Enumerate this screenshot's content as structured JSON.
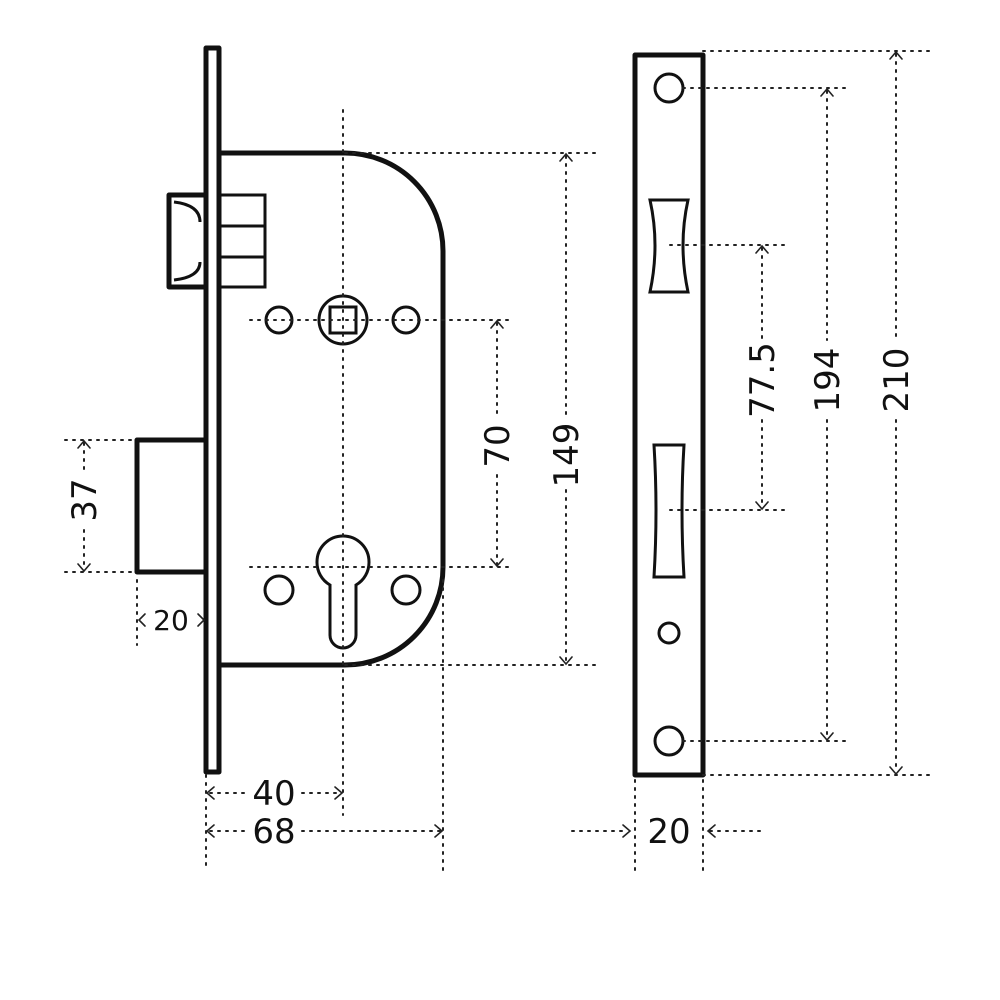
{
  "dimensions": {
    "plate_width_side": "20",
    "backset": "40",
    "case_depth": "68",
    "bolt_height": "37",
    "bolt_throw": "20",
    "handle_to_cylinder": "70",
    "case_height": "149",
    "latch_to_bolt": "77.5",
    "screw_spacing": "194",
    "plate_length": "210"
  },
  "colors": {
    "line": "#111111",
    "background": "#ffffff"
  }
}
